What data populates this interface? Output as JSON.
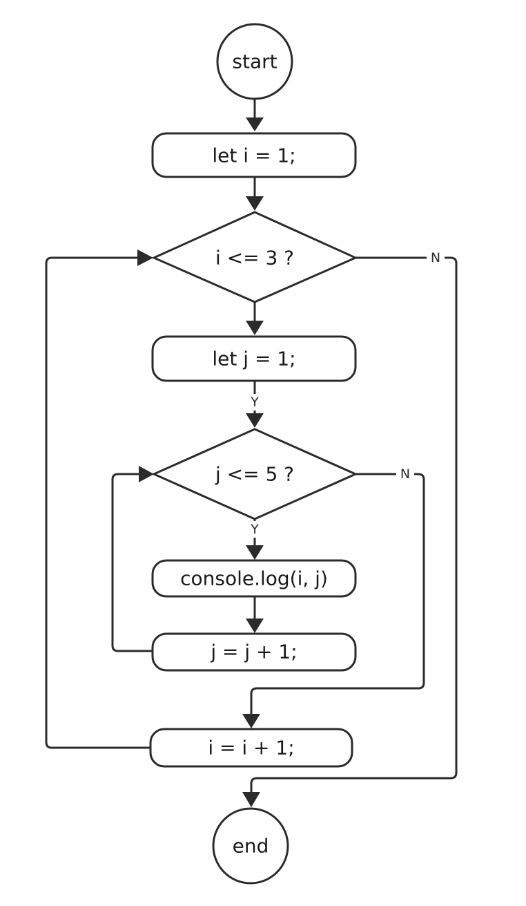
{
  "nodes": {
    "start": "start",
    "init_i": "let i = 1;",
    "cond_i": "i <= 3 ?",
    "init_j": "let j = 1;",
    "cond_j": "j <= 5 ?",
    "log": "console.log(i, j)",
    "inc_j": "j = j + 1;",
    "inc_i": "i = i + 1;",
    "end": "end"
  },
  "edge_labels": {
    "init_j_to_cond_j": "Y",
    "cond_j_yes": "Y",
    "cond_i_no": "N",
    "cond_j_no": "N"
  },
  "colors": {
    "stroke": "#2b2b2b",
    "fill": "#ffffff",
    "text": "#1a1a1a"
  }
}
